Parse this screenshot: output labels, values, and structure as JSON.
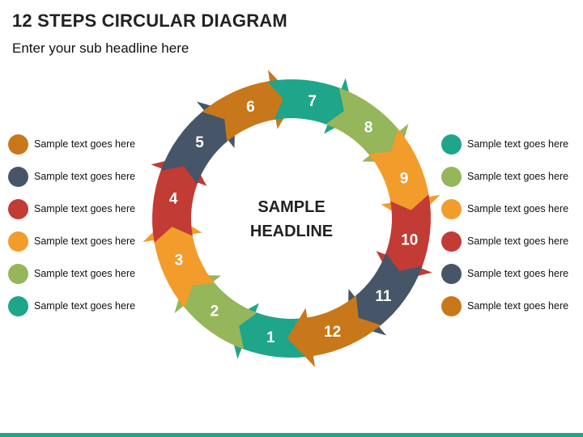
{
  "title": "12 STEPS CIRCULAR DIAGRAM",
  "subtitle": "Enter your sub headline here",
  "center": {
    "line1": "SAMPLE",
    "line2": "HEADLINE"
  },
  "steps": [
    {
      "label": "1",
      "color": "#1fa58a"
    },
    {
      "label": "2",
      "color": "#95b65a"
    },
    {
      "label": "3",
      "color": "#f29c2b"
    },
    {
      "label": "4",
      "color": "#c23b35"
    },
    {
      "label": "5",
      "color": "#475568"
    },
    {
      "label": "6",
      "color": "#c8781a"
    },
    {
      "label": "7",
      "color": "#1fa58a"
    },
    {
      "label": "8",
      "color": "#95b65a"
    },
    {
      "label": "9",
      "color": "#f29c2b"
    },
    {
      "label": "10",
      "color": "#c23b35"
    },
    {
      "label": "11",
      "color": "#475568"
    },
    {
      "label": "12",
      "color": "#c8781a"
    }
  ],
  "legend_left": [
    {
      "label": "Sample text goes here",
      "color": "#c8781a"
    },
    {
      "label": "Sample text goes here",
      "color": "#475568"
    },
    {
      "label": "Sample text goes here",
      "color": "#c23b35"
    },
    {
      "label": "Sample text goes here",
      "color": "#f29c2b"
    },
    {
      "label": "Sample text goes here",
      "color": "#95b65a"
    },
    {
      "label": "Sample text goes here",
      "color": "#1fa58a"
    }
  ],
  "legend_right": [
    {
      "label": "Sample text goes here",
      "color": "#1fa58a"
    },
    {
      "label": "Sample text goes here",
      "color": "#95b65a"
    },
    {
      "label": "Sample text goes here",
      "color": "#f29c2b"
    },
    {
      "label": "Sample text goes here",
      "color": "#c23b35"
    },
    {
      "label": "Sample text goes here",
      "color": "#475568"
    },
    {
      "label": "Sample text goes here",
      "color": "#c8781a"
    }
  ],
  "accent_bar_color": "#1fa58a"
}
